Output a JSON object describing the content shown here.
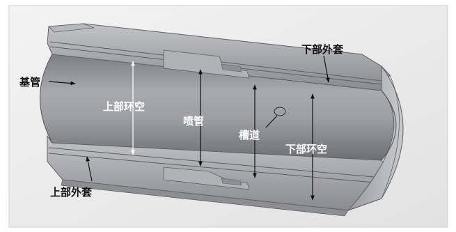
{
  "labels": {
    "base_pipe": "基管",
    "upper_sleeve": "上部外套",
    "upper_annulus": "上部环空",
    "nozzle": "喷管",
    "groove": "槽道",
    "lower_annulus": "下部环空",
    "lower_sleeve": "下部外套"
  },
  "colors": {
    "background": "#ececec",
    "pipe_inner": "#8c8c93",
    "pipe_wall": "#a7a8ae",
    "pipe_edge": "#606066",
    "label_dark": "#111111",
    "label_light": "#ffffff"
  }
}
